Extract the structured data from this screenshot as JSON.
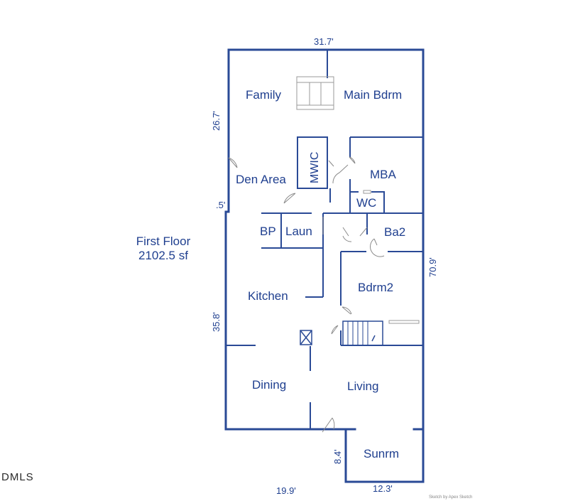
{
  "floor": {
    "title": "First Floor",
    "area": "2102.5 sf"
  },
  "rooms": {
    "family": "Family",
    "main_bdrm": "Main Bdrm",
    "mwic": "MWIC",
    "den_area": "Den Area",
    "mba": "MBA",
    "wc": "WC",
    "bp": "BP",
    "laun": "Laun",
    "ba2": "Ba2",
    "bdrm2": "Bdrm2",
    "kitchen": "Kitchen",
    "dining": "Dining",
    "living": "Living",
    "sunrm": "Sunrm"
  },
  "dimensions": {
    "top": "31.7'",
    "left_upper": "26.7'",
    "jog": ".5'",
    "left_lower": "35.8'",
    "right": "70.9'",
    "sunroom_side": "8.4'",
    "sunroom_bottom": "12.3'",
    "bottom": "19.9'"
  },
  "watermark": "DMLS",
  "credit": "Sketch by Apex Sketch"
}
